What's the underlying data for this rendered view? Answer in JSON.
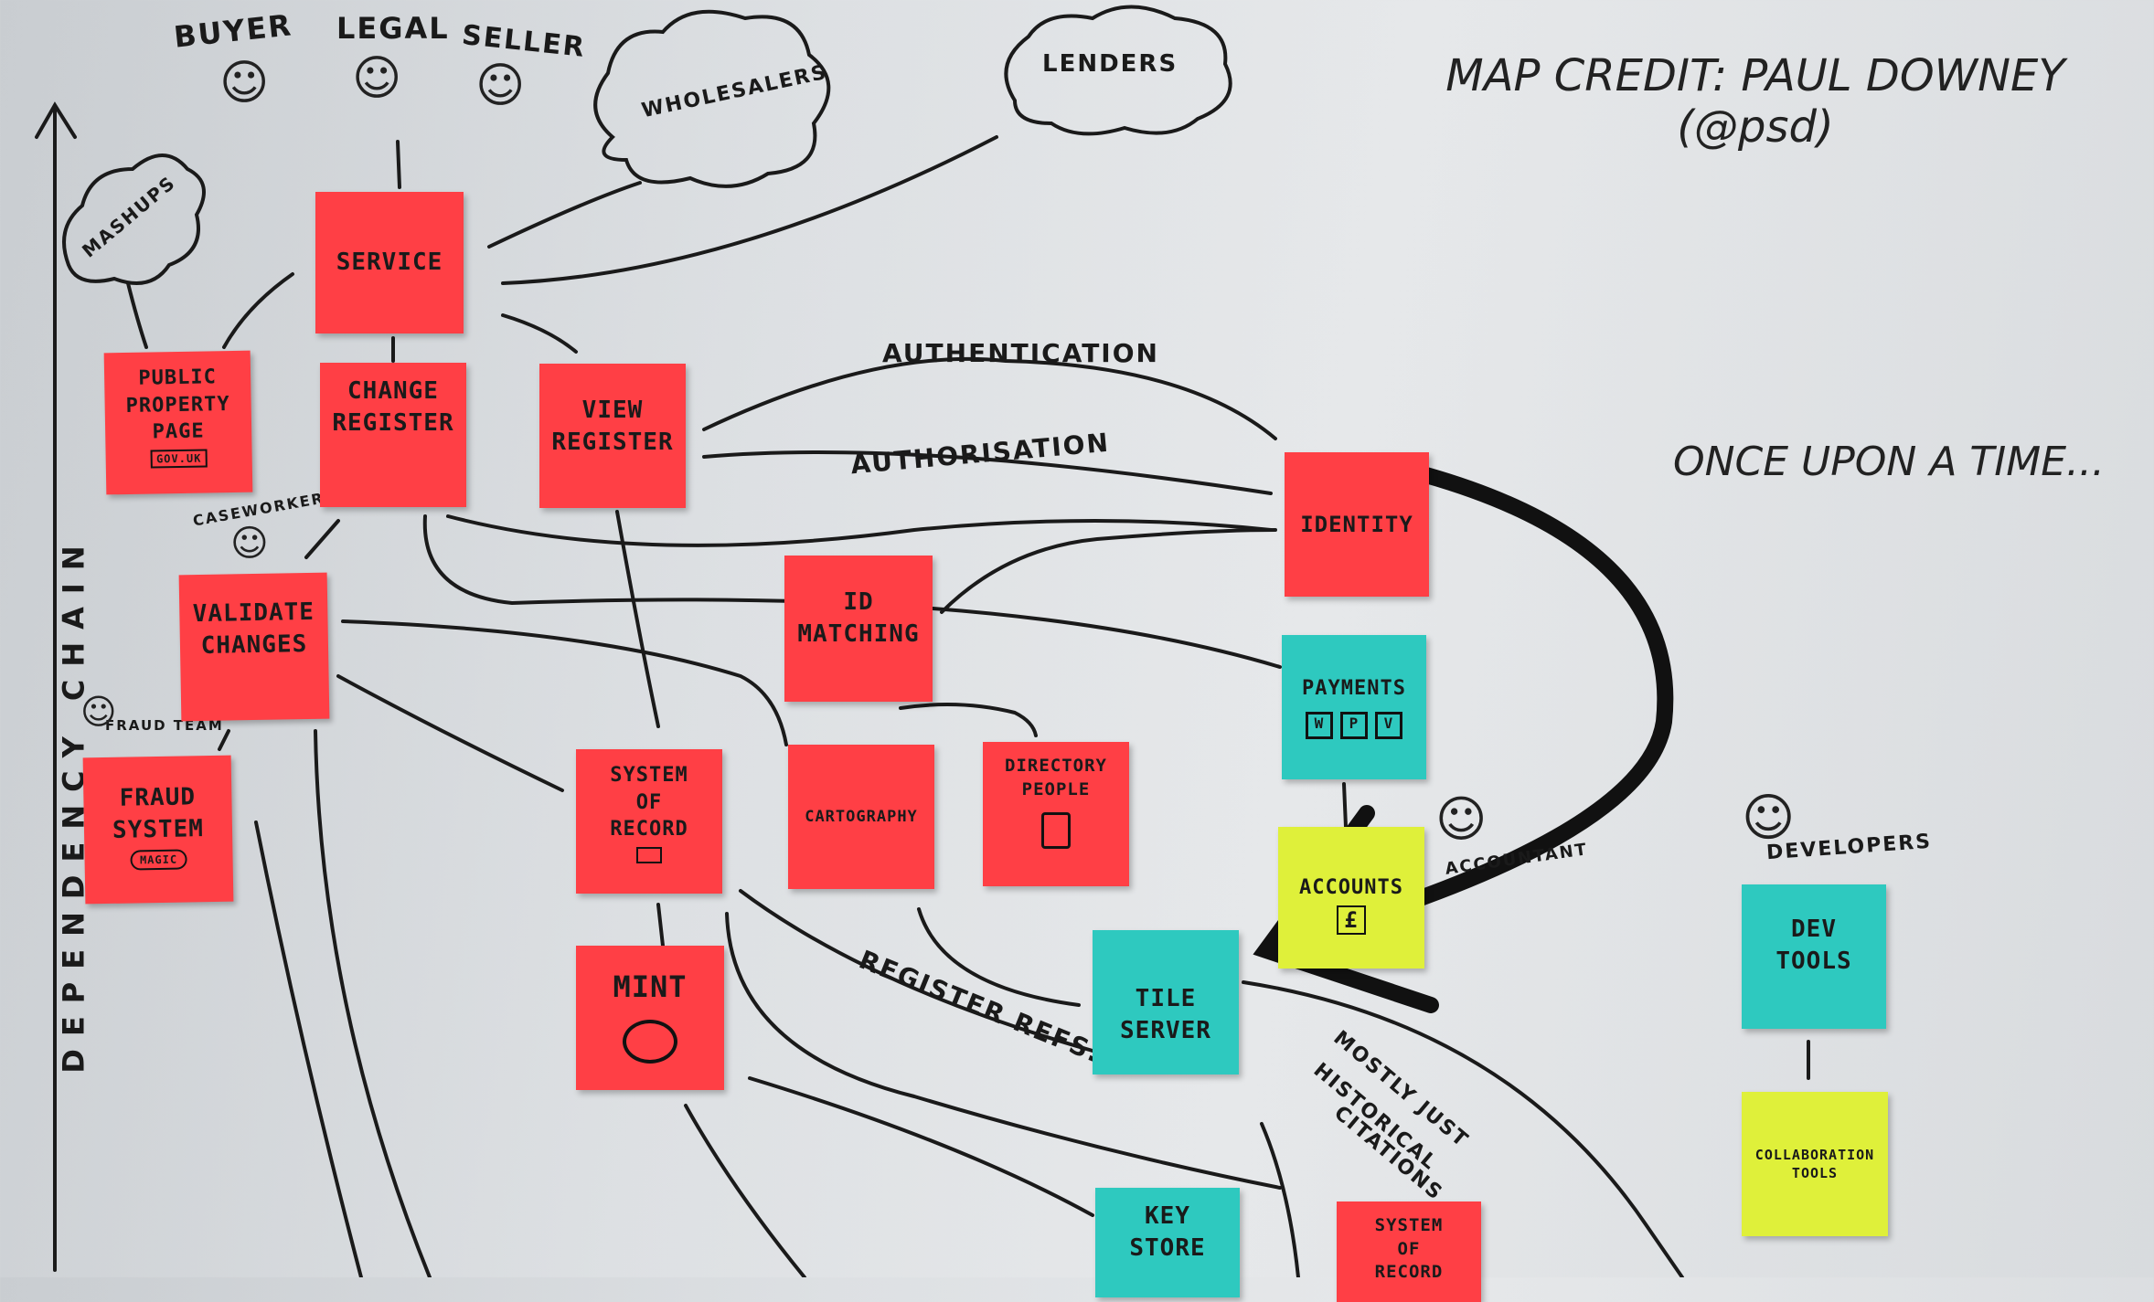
{
  "credit": {
    "line1": "MAP CREDIT: PAUL DOWNEY",
    "line2": "(@psd)"
  },
  "caption": "ONCE UPON A TIME...",
  "axis_label": "DEPENDENCY CHAIN",
  "actors": {
    "buyer": "BUYER",
    "legal": "LEGAL",
    "seller": "SELLER",
    "caseworker": "CASEWORKER",
    "fraud_team": "FRAUD TEAM",
    "accountant": "ACCOUNTANT",
    "developers": "DEVELOPERS"
  },
  "clouds": {
    "mashups": "MASHUPS",
    "wholesalers": "WHOLESALERS",
    "lenders": "LENDERS"
  },
  "edge_labels": {
    "authentication": "AUTHENTICATION",
    "authorisation": "AUTHORISATION",
    "register_refs": "REGISTER REFS...",
    "mostly_just": "MOSTLY JUST",
    "historical": "HISTORICAL",
    "citations": "CITATIONS"
  },
  "notes": {
    "service": "SERVICE",
    "public_property_page": "PUBLIC\nPROPERTY\nPAGE",
    "change_register": "CHANGE\nREGISTER",
    "view_register": "VIEW\nREGISTER",
    "identity": "IDENTITY",
    "validate_changes": "VALIDATE\nCHANGES",
    "id_matching": "ID\nMATCHING",
    "payments": "PAYMENTS",
    "fraud_system": "FRAUD\nSYSTEM",
    "system_of_record": "SYSTEM\nOF\nRECORD",
    "cartography": "CARTOGRAPHY",
    "directory_people": "DIRECTORY\nPEOPLE",
    "accounts": "ACCOUNTS",
    "mint": "MINT",
    "tile_server": "TILE\nSERVER",
    "dev_tools": "DEV\nTOOLS",
    "collaboration_tools": "COLLABORATION\nTOOLS",
    "key_store": "KEY\nSTORE",
    "system_of_record_2": "SYSTEM\nOF\nRECORD"
  },
  "note_badges": {
    "public_property_page": "GOV.UK",
    "fraud_system": "MAGIC",
    "payments": [
      "W",
      "P",
      "V"
    ],
    "accounts": "£"
  },
  "colors": {
    "red": "#ff3f45",
    "teal": "#2ec9bf",
    "yellow": "#dff03a",
    "ink": "#1a1a1a"
  },
  "icons": {
    "person": "stick-figure-head",
    "cloud": "cloud-outline",
    "arrow": "curved-arrow"
  }
}
